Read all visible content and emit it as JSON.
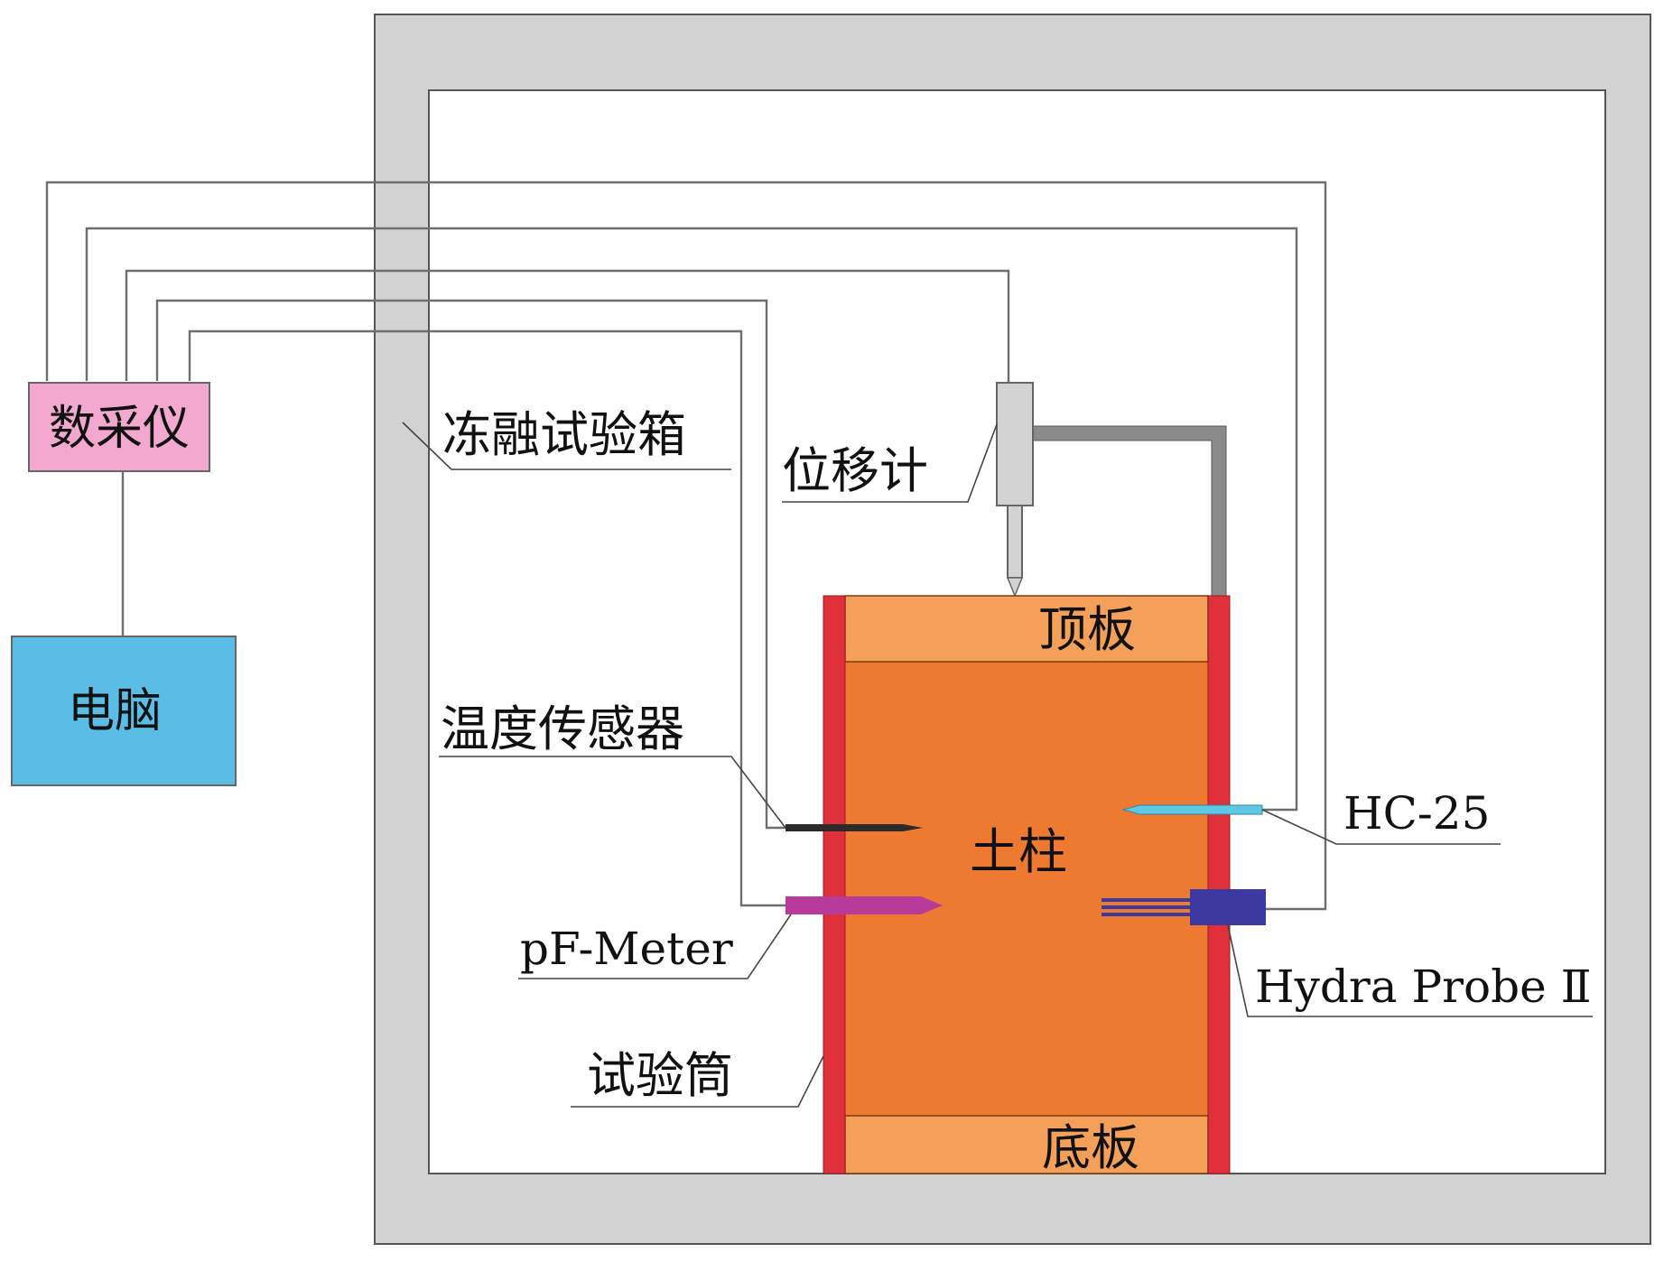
{
  "labels": {
    "data_logger": "数采仪",
    "computer": "电脑",
    "chamber": "冻融试验箱",
    "lvdt": "位移计",
    "top_plate": "顶板",
    "bottom_plate": "底板",
    "temp_sensor": "温度传感器",
    "soil_column": "土柱",
    "hc25": "HC-25",
    "pf_meter": "pF-Meter",
    "hydra_probe": "Hydra Probe Ⅱ",
    "test_cylinder": "试验筒"
  },
  "colors": {
    "chamber_wall": "#d2d2d2",
    "logger_fill": "#f3a9cf",
    "computer_fill": "#5bbde6",
    "soil_fill": "#ee7a31",
    "plate_fill": "#f4a05a",
    "cylinder_wall": "#e0313a",
    "lvdt_fill": "#d3d3d3",
    "frame_fill": "#8a8a8a",
    "temp_probe": "#2b2b2b",
    "hc25_probe": "#5fc7e2",
    "pf_probe": "#b83a9a",
    "hydra_body": "#3c3aa0",
    "wire": "#6e6e6e"
  }
}
